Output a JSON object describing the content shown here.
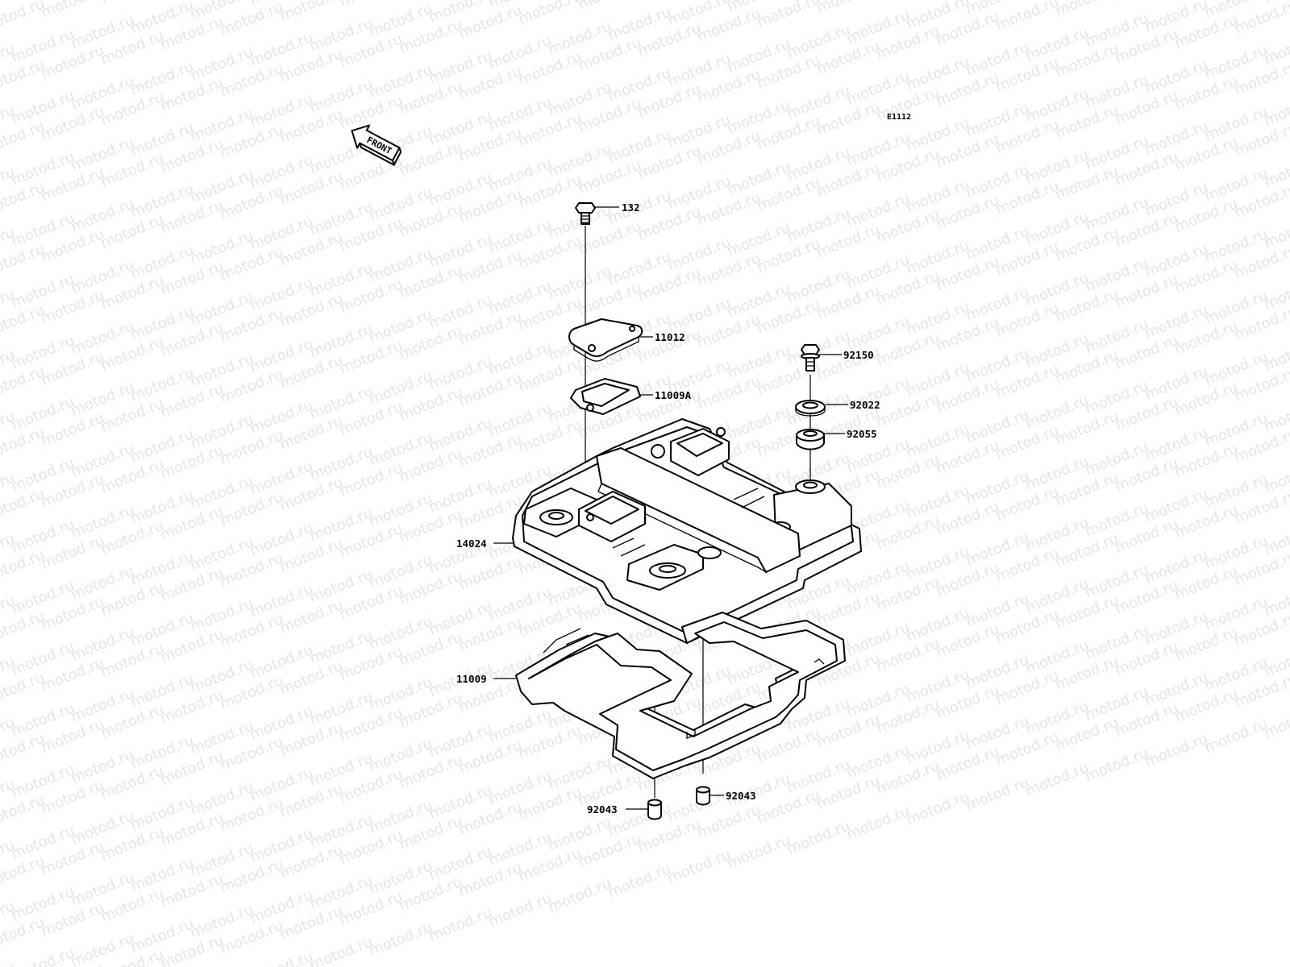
{
  "watermark": "motod.ru",
  "diagram_code": "E1112",
  "front_label": "FRONT",
  "parts": [
    {
      "id": "132"
    },
    {
      "id": "11012"
    },
    {
      "id": "11009A"
    },
    {
      "id": "92150"
    },
    {
      "id": "92022"
    },
    {
      "id": "92055"
    },
    {
      "id": "14024"
    },
    {
      "id": "11009"
    },
    {
      "id": "92043"
    },
    {
      "id": "92043"
    }
  ]
}
